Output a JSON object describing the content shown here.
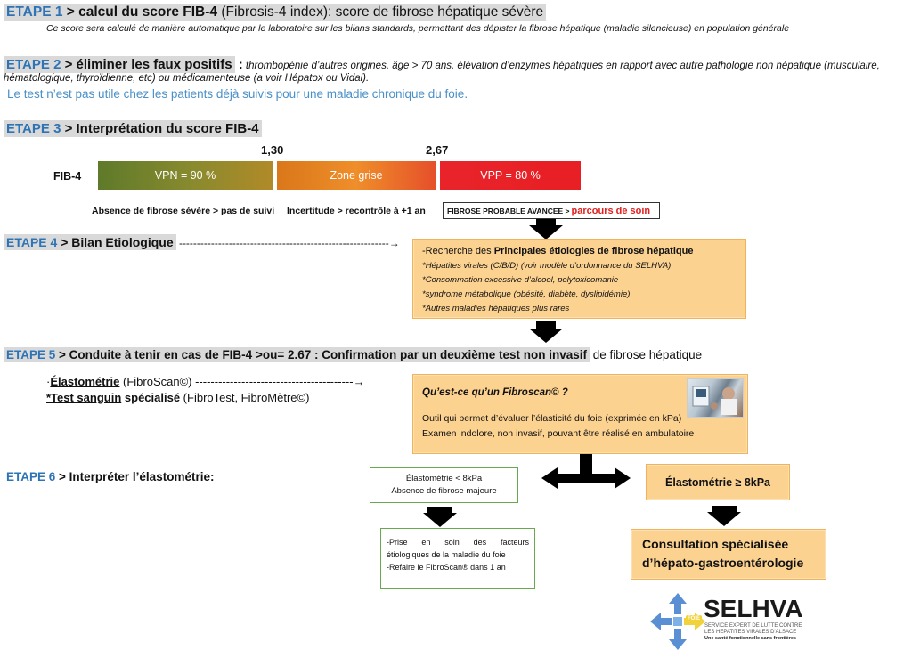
{
  "step1": {
    "label": "ETAPE 1",
    "title": " > calcul du score FIB-4",
    "title_rest": " (Fibrosis-4 index): score de fibrose hépatique sévère",
    "note": "Ce score sera calculé de manière automatique par le laboratoire sur les bilans standards, permettant des dépister la fibrose hépatique (maladie silencieuse) en population générale"
  },
  "step2": {
    "label": "ETAPE 2",
    "title": " > éliminer les faux positifs",
    "colon": " :",
    "line1": " thrombopénie d’autres origines, âge > 70 ans, élévation d’enzymes hépatiques en rapport avec autre pathologie non hépatique (musculaire,",
    "line2": "hématologique, thyroïdienne, etc) ou médicamenteuse (a voir Hépatox ou Vidal).",
    "blue_note": "Le test n’est pas utile chez les patients déjà suivis pour une maladie chronique du foie."
  },
  "step3": {
    "label": "ETAPE 3",
    "title": " > Interprétation du score FIB-4",
    "axis_name": "FIB-4",
    "tick1": "1,30",
    "tick2": "2,67",
    "zone_green": "VPN = 90 %",
    "zone_orange": "Zone grise",
    "zone_red": "VPP = 80 %",
    "desc_green": "Absence de fibrose sévère > pas de suivi",
    "desc_orange": "Incertitude > recontrôle à +1 an",
    "desc_red": "FIBROSE PROBABLE AVANCEE > ",
    "desc_red_highlight": "parcours de soin"
  },
  "step4": {
    "label": "ETAPE 4",
    "title": " > Bilan Etiologique",
    "dashes": " -----------------------------------------------------------→",
    "box_intro": "-Recherche des ",
    "box_intro_bold": "Principales étiologies de fibrose hépatique",
    "items": [
      "*Hépatites virales (C/B/D) (voir modèle d’ordonnance du SELHVA)",
      "*Consommation excessive d’alcool, polytoxicomanie",
      "*syndrome métabolique (obésité, diabète, dyslipidémie)",
      "*Autres maladies hépatiques plus rares"
    ]
  },
  "step5": {
    "label": "ETAPE 5",
    "title": " > Conduite à tenir en cas de FIB-4 >ou= 2.67 : Confirmation par un deuxième test non invasif",
    "title_rest": " de fibrose hépatique",
    "opt1_prefix": "·",
    "opt1_bold": "Élastométrie",
    "opt1_rest": " (FibroScan©) -----------------------------------------→",
    "opt2_bold": "*Test sanguin",
    "opt2_bold2": " spécialisé",
    "opt2_rest": " (FibroTest, FibroMètre©)",
    "box_title": "Qu’est-ce qu’un Fibroscan© ?",
    "box_line1": "Outil qui permet d’évaluer l’élasticité du foie (exprimée en kPa)",
    "box_line2": "Examen indolore, non invasif, pouvant être réalisé en ambulatoire"
  },
  "step6": {
    "label": "ETAPE 6",
    "title": " > Interpréter l’élastométrie:",
    "left_box_line1": "Élastométrie < 8kPa",
    "left_box_line2": "Absence de fibrose majeure",
    "right_box": "Élastométrie ≥ 8kPa",
    "left_result_line1": "-Prise en soin des facteurs",
    "left_result_line2": "étiologiques de la maladie du foie",
    "left_result_line3": "-Refaire le FibroScan® dans 1 an",
    "right_result_line1": "Consultation spécialisée",
    "right_result_line2": "d’hépato-gastroentérologie"
  },
  "logo": {
    "name": "SELHVA",
    "badge": "FOIE",
    "sub1": "SERVICE EXPERT DE LUTTE CONTRE",
    "sub2": "LES HEPATITES VIRALES D'ALSACE",
    "sub3": "Une santé fonctionnelle sans frontières"
  },
  "colors": {
    "step_blue": "#2e74b5",
    "note_blue": "#4a90c8",
    "highlight_red": "#e02020",
    "orange_box": "#fcd291",
    "green_border": "#6aa84f"
  }
}
